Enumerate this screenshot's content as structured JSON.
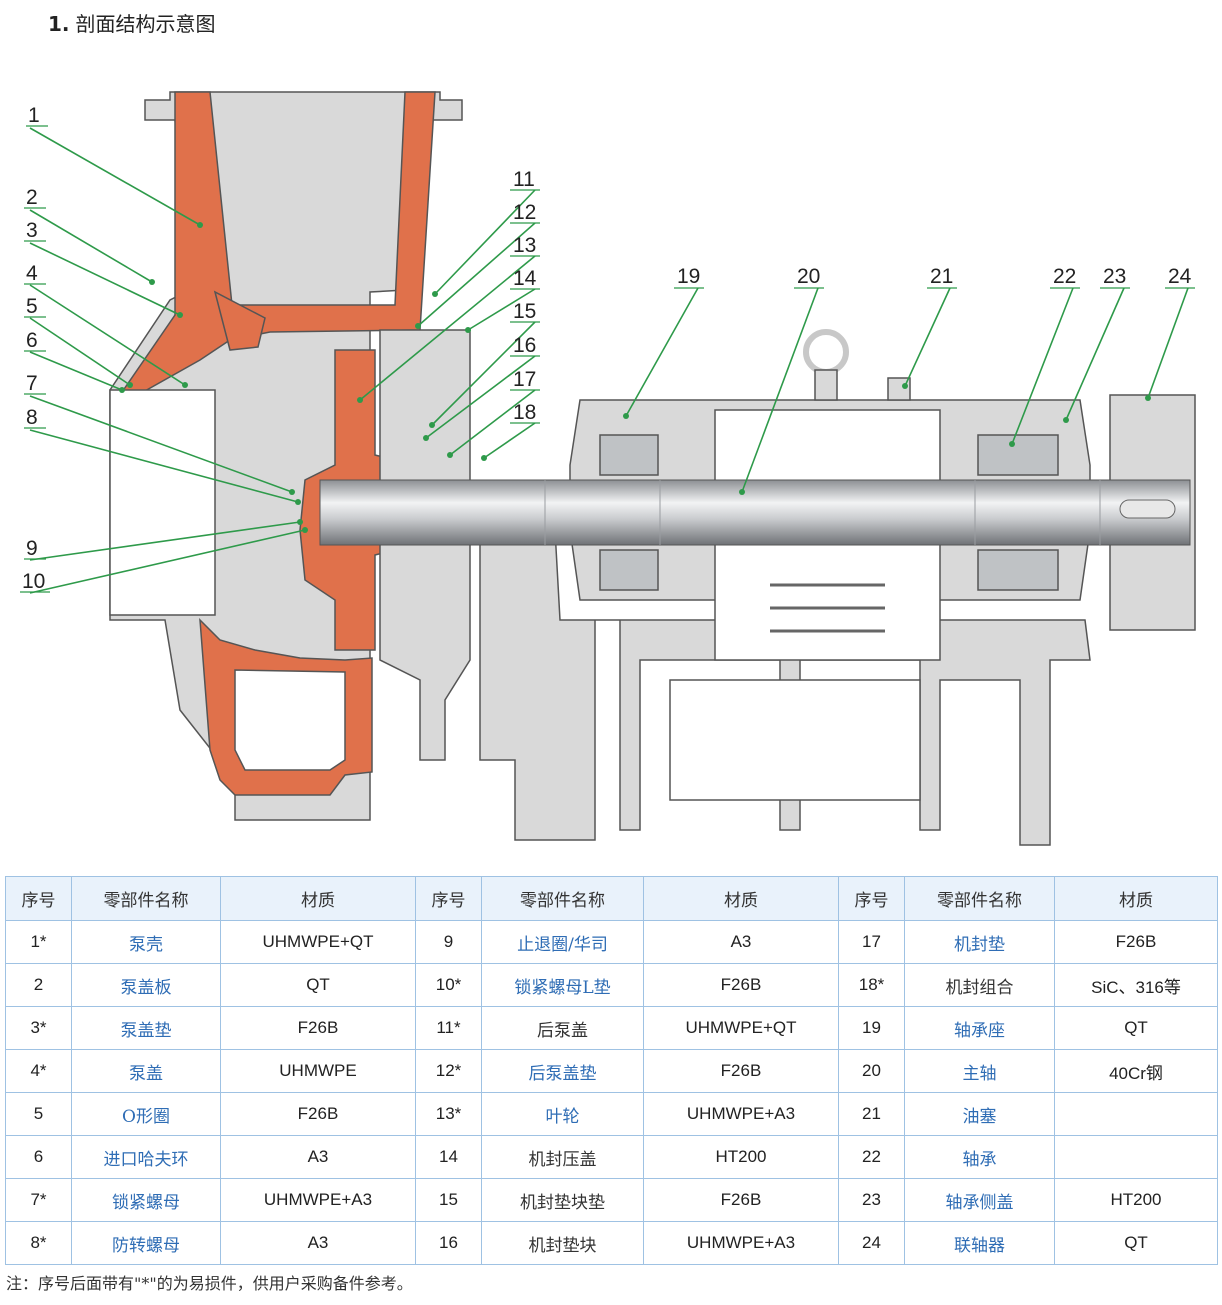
{
  "title": {
    "number": "1.",
    "text": "剖面结构示意图"
  },
  "callouts": [
    "1",
    "2",
    "3",
    "4",
    "5",
    "6",
    "7",
    "8",
    "9",
    "10",
    "11",
    "12",
    "13",
    "14",
    "15",
    "16",
    "17",
    "18",
    "19",
    "20",
    "21",
    "22",
    "23",
    "24"
  ],
  "colors": {
    "casing_grey": "#d9d9d9",
    "lining_orange": "#e0714b",
    "leader_green": "#2e9a4a",
    "shaft_grey": "#a9acb0",
    "table_border": "#9fc2e3",
    "header_bg": "#e9f2fb",
    "link_blue": "#2f6db5"
  },
  "table": {
    "headers": [
      "序号",
      "零部件名称",
      "材质",
      "序号",
      "零部件名称",
      "材质",
      "序号",
      "零部件名称",
      "材质"
    ],
    "rows": [
      [
        {
          "n": "1*",
          "name": "泵壳",
          "mat": "UHMWPE+QT",
          "link": true
        },
        {
          "n": "9",
          "name": "止退圈/华司",
          "mat": "A3",
          "link": true
        },
        {
          "n": "17",
          "name": "机封垫",
          "mat": "F26B",
          "link": true
        }
      ],
      [
        {
          "n": "2",
          "name": "泵盖板",
          "mat": "QT",
          "link": true
        },
        {
          "n": "10*",
          "name": "锁紧螺母L垫",
          "mat": "F26B",
          "link": true
        },
        {
          "n": "18*",
          "name": "机封组合",
          "mat": "SiC、316等",
          "link": false
        }
      ],
      [
        {
          "n": "3*",
          "name": "泵盖垫",
          "mat": "F26B",
          "link": true
        },
        {
          "n": "11*",
          "name": "后泵盖",
          "mat": "UHMWPE+QT",
          "link": false
        },
        {
          "n": "19",
          "name": "轴承座",
          "mat": "QT",
          "link": true
        }
      ],
      [
        {
          "n": "4*",
          "name": "泵盖",
          "mat": "UHMWPE",
          "link": true
        },
        {
          "n": "12*",
          "name": "后泵盖垫",
          "mat": "F26B",
          "link": true
        },
        {
          "n": "20",
          "name": "主轴",
          "mat": "40Cr钢",
          "link": true
        }
      ],
      [
        {
          "n": "5",
          "name": "O形圈",
          "mat": "F26B",
          "link": true
        },
        {
          "n": "13*",
          "name": "叶轮",
          "mat": "UHMWPE+A3",
          "link": true
        },
        {
          "n": "21",
          "name": "油塞",
          "mat": "",
          "link": true
        }
      ],
      [
        {
          "n": "6",
          "name": "进口哈夫环",
          "mat": "A3",
          "link": true
        },
        {
          "n": "14",
          "name": "机封压盖",
          "mat": "HT200",
          "link": false
        },
        {
          "n": "22",
          "name": "轴承",
          "mat": "",
          "link": true
        }
      ],
      [
        {
          "n": "7*",
          "name": "锁紧螺母",
          "mat": "UHMWPE+A3",
          "link": true
        },
        {
          "n": "15",
          "name": "机封垫块垫",
          "mat": "F26B",
          "link": false
        },
        {
          "n": "23",
          "name": "轴承侧盖",
          "mat": "HT200",
          "link": true
        }
      ],
      [
        {
          "n": "8*",
          "name": "防转螺母",
          "mat": "A3",
          "link": true
        },
        {
          "n": "16",
          "name": "机封垫块",
          "mat": "UHMWPE+A3",
          "link": false
        },
        {
          "n": "24",
          "name": "联轴器",
          "mat": "QT",
          "link": true
        }
      ]
    ]
  },
  "note": "注：序号后面带有\"*\"的为易损件，供用户采购备件参考。"
}
